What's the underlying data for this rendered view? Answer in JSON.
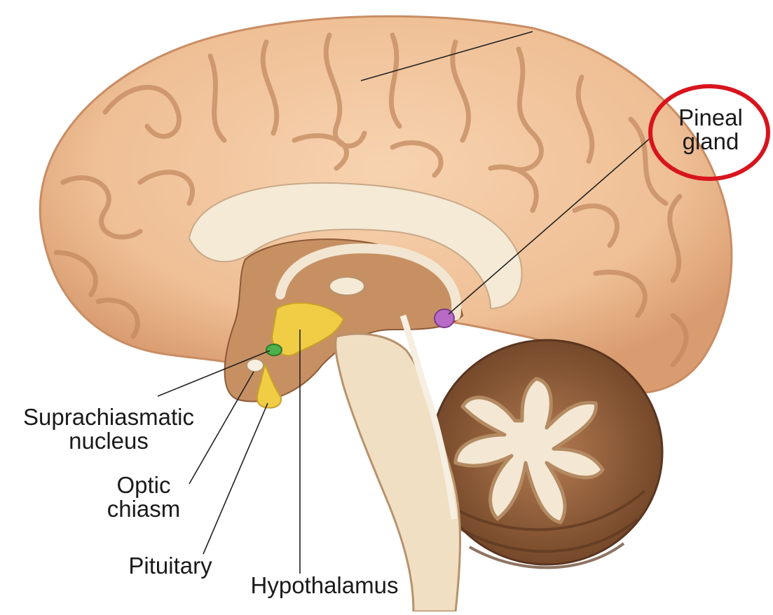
{
  "labels": {
    "pineal": {
      "line1": "Pineal",
      "line2": "gland"
    },
    "scn": {
      "line1": "Suprachiasmatic",
      "line2": "nucleus"
    },
    "optic": {
      "line1": "Optic",
      "line2": "chiasm"
    },
    "pituitary": {
      "text": "Pituitary"
    },
    "hypothalamus": {
      "text": "Hypothalamus"
    }
  },
  "colors": {
    "cortex": "#f2c49c",
    "cortex_shadow": "#c98d63",
    "corpus_callosum": "#f4ead6",
    "brainstem": "#f1dfc3",
    "diencephalon": "#c79063",
    "hypothalamus": "#f1cd45",
    "scn": "#4eb04a",
    "pineal": "#b76bc6",
    "cerebellum_dark": "#8a5a3a",
    "cerebellum_arbor": "#f4e8d4",
    "highlight_circle": "#d8141d",
    "leader_line": "#222222"
  }
}
